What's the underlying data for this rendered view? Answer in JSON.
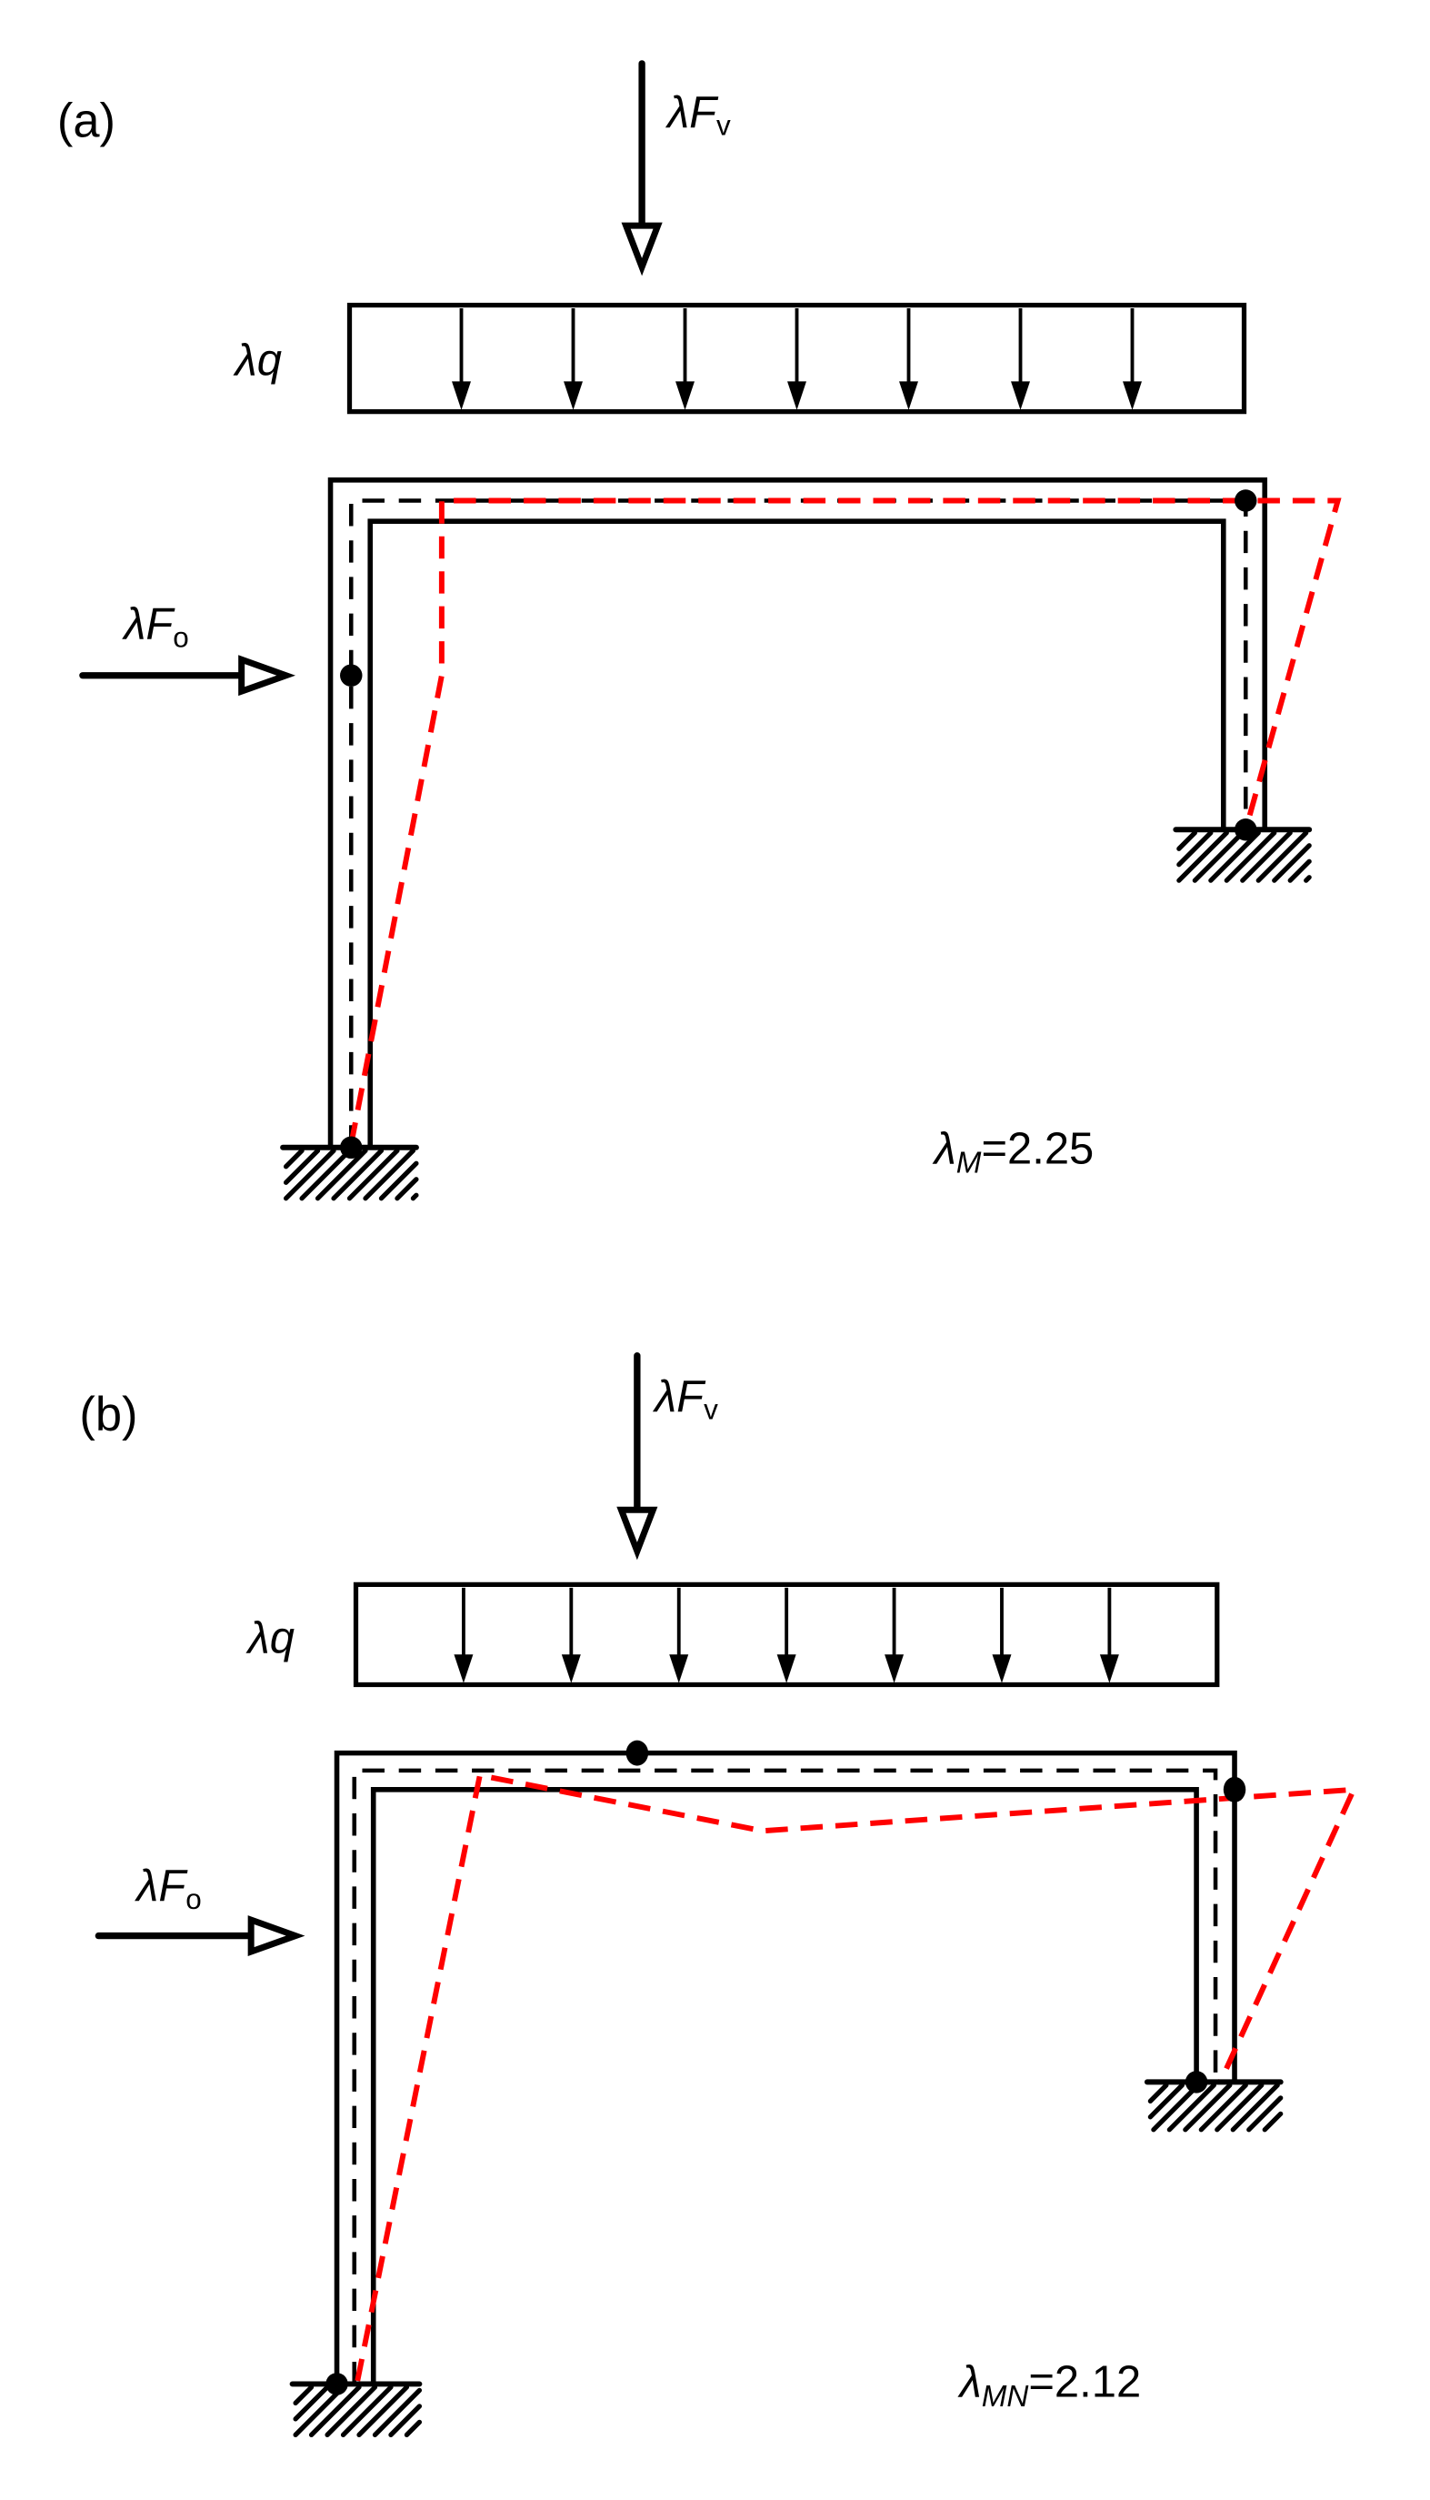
{
  "figure": {
    "colors": {
      "frame": "#000000",
      "mechanism": "#ff0000",
      "background": "#ffffff"
    },
    "panels": [
      {
        "id": "a",
        "label": "(a)",
        "loads": {
          "vertical_force": {
            "lambda": "λ",
            "symbol": "F",
            "subscript": "v"
          },
          "distributed_load": {
            "lambda": "λ",
            "symbol": "q",
            "arrow_count": 7
          },
          "horizontal_force": {
            "lambda": "λ",
            "symbol": "F",
            "subscript": "o"
          }
        },
        "result": {
          "lambda": "λ",
          "subscript": "M",
          "value": "=2.25"
        },
        "plastic_hinges": [
          "left-column-mid",
          "right-column-top",
          "right-column-base",
          "left-column-base"
        ],
        "supports": [
          "fixed-left",
          "fixed-right"
        ]
      },
      {
        "id": "b",
        "label": "(b)",
        "loads": {
          "vertical_force": {
            "lambda": "λ",
            "symbol": "F",
            "subscript": "v"
          },
          "distributed_load": {
            "lambda": "λ",
            "symbol": "q",
            "arrow_count": 7
          },
          "horizontal_force": {
            "lambda": "λ",
            "symbol": "F",
            "subscript": "o"
          }
        },
        "result": {
          "lambda": "λ",
          "subscript": "MN",
          "value": "=2.12"
        },
        "plastic_hinges": [
          "beam-mid",
          "right-column-top",
          "right-column-base",
          "left-column-base"
        ],
        "supports": [
          "fixed-left",
          "fixed-right"
        ]
      }
    ]
  }
}
